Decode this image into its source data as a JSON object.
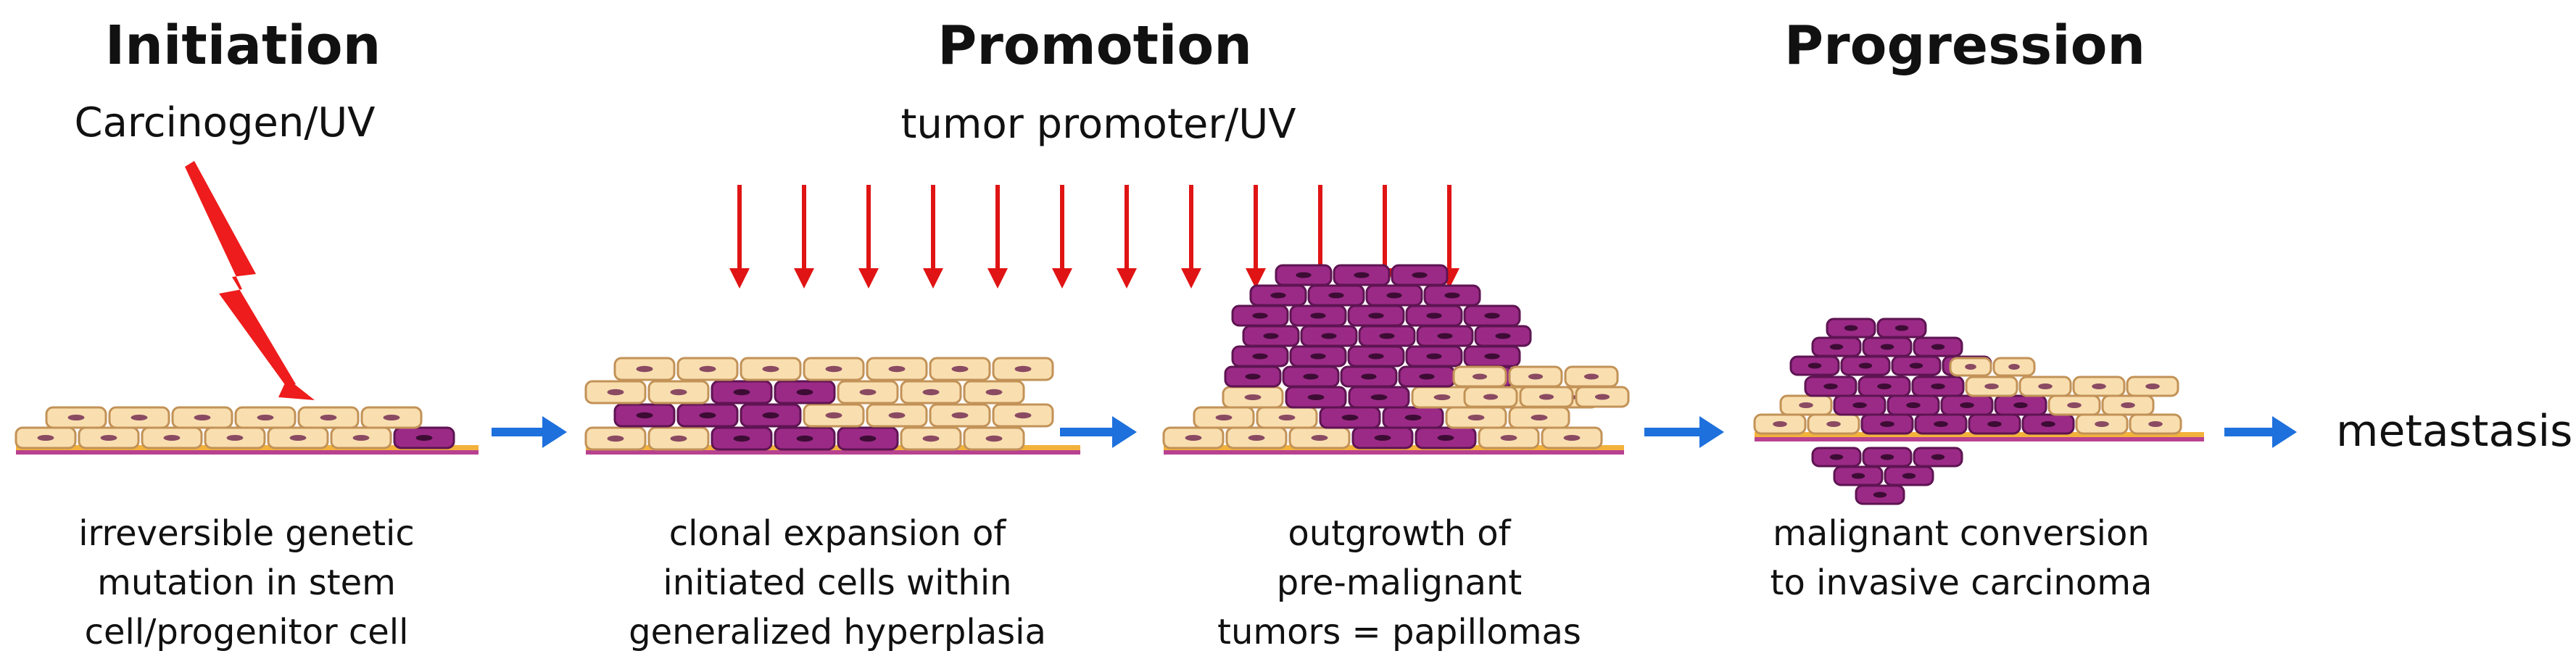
{
  "stages": [
    {
      "title": "Initiation",
      "agent": "Carcinogen/UV"
    },
    {
      "title": "Promotion",
      "agent": "tumor promoter/UV"
    },
    {
      "title": "Progression",
      "agent": ""
    }
  ],
  "captions": [
    [
      "irreversible genetic",
      "mutation in stem",
      "cell/progenitor cell"
    ],
    [
      "clonal expansion of",
      "initiated cells within",
      "generalized hyperplasia"
    ],
    [
      "outgrowth of",
      "pre-malignant",
      "tumors = papillomas"
    ],
    [
      "malignant conversion",
      "to invasive carcinoma"
    ]
  ],
  "end_label": "metastasis",
  "colors": {
    "normal_cell": "#f9dfb0",
    "normal_cell_border": "#c29257",
    "nucleus_normal": "#8a4a62",
    "initiated_cell": "#9b2a86",
    "initiated_cell_border": "#5e1452",
    "nucleus_initiated": "#3d0c35",
    "membrane_top": "#f2b23c",
    "membrane_bottom": "#b8428f",
    "lightning": "#ee1c1c",
    "promoter_arrow": "#e01414",
    "flow_arrow": "#1e70dd"
  }
}
